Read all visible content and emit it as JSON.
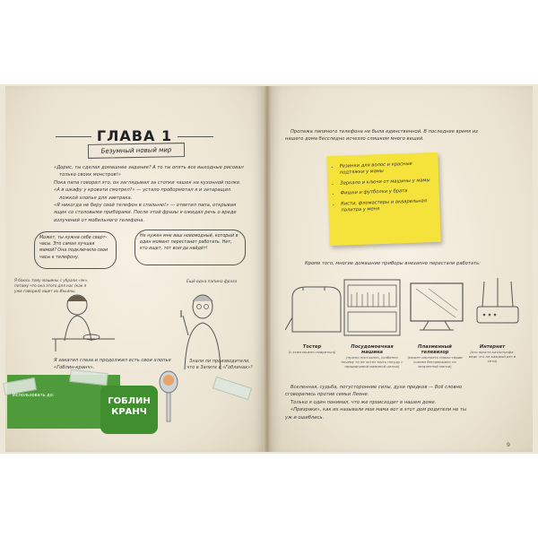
{
  "left": {
    "chapter_title": "ГЛАВА 1",
    "chapter_subtitle": "Безумный новый мир",
    "paragraphs": [
      "«Дорис, ты сделал домашнее задание? А то ты опять все выходные рисовал",
      "только своих монстров!»",
      "Пока папа говорил это, он заглядывал за стопки чашек на кухонной полке.",
      "«А в шкафу у кровати смотрел?» — устало пробормотал я и затаращил",
      "ложкой хлопья для завтрака.",
      "«Я никогда не беру свой телефон в спальню!» — ответил папа, открывая",
      "ящик со столовыми приборами. После этой фразы я ожидал речь о вреде",
      "излучений от мобильного телефона."
    ],
    "bubble_left": "Может, ты нужна себе сварт-часы. Это самая лучшая мамой? Она подключила свои часы к телефону.",
    "bubble_right": "Не нужен мне ваш новомодный, который в один момент перестанет работать. Нет, кто ищет, тот всегда найдёт!",
    "note_kid": "Я боюсь тому машины с убрали «эк», потому что она этого для нас (как я уже говорил) ищет их Иньяны.",
    "note_dad": "Ещё одна папина фраза",
    "bottom_text": "Я закатил глаза и продолжил есть свои хлопья «Гоблин-кранч».",
    "bottom_note": "Знали ли производители, что в Запите в «Гоблинах»?",
    "strip_label": "Использовать до:",
    "logo_line1": "ГОБЛИН",
    "logo_line2": "КРАНЧ"
  },
  "right": {
    "intro_lines": [
      "Пропажа папиного телефона не была единственной. В последнее время из",
      "нашего дома бесследно исчезло слишком много вещей."
    ],
    "sticky_items": [
      "Резинки для волос и красные подтяжки у мамы",
      "Зеркало и ключи от машины у мамы",
      "Фишки и футболки у брата",
      "Кисти, фломастеры и акварельная палитра у меня"
    ],
    "appliances_line": "Кроме того, многие домашние приборы внезапно перестали работать:",
    "appliances": [
      {
        "title": "Тостер",
        "sub": "(с этим можно смириться)"
      },
      {
        "title": "Посудомоечная машина",
        "sub": "(нужно постоянно, особенно почему то не хотел мыть посуду с придирчивой маминой целью)"
      },
      {
        "title": "Плазменный телевизор",
        "sub": "(может смотреть новые серии совсем беспрерывно по медленной магии)"
      },
      {
        "title": "Интернет",
        "sub": "(это просто катастрофа, ведь что не каждый раз в сети)"
      }
    ],
    "closing_lines": [
      "Вселенная, судьба, потусторонние силы, духи предков — Всё словно",
      "сговорились против семьи Леоне.",
      "Только я один понимал, что же происходит в нашем доме.",
      "«Призраки», как их называли мои мама вот в этот дом родители не ты",
      "уж и ошиблись."
    ],
    "page_number": "9"
  }
}
